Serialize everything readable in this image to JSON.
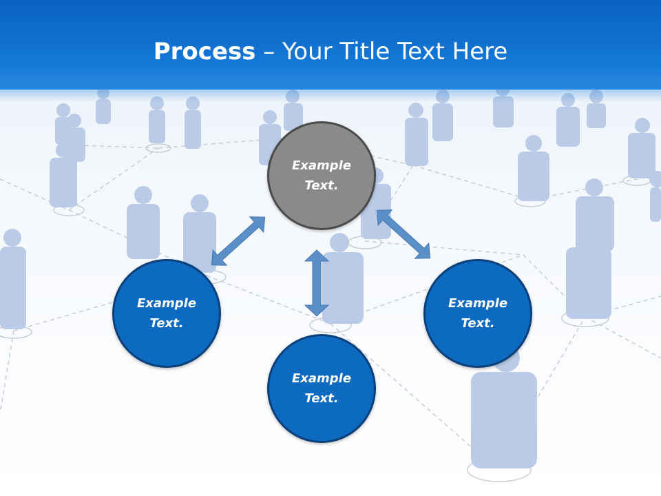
{
  "title": {
    "bold": "Process",
    "rest": " – Your Title Text Here"
  },
  "nodes": {
    "top": {
      "text": "Example\nText."
    },
    "left": {
      "text": "Example\nText."
    },
    "right": {
      "text": "Example\nText."
    },
    "bottom": {
      "text": "Example\nText."
    }
  },
  "colors": {
    "title_bar": "#0a63c0",
    "node_blue": "#0c6bc1",
    "node_gray": "#8a8a8a",
    "arrow": "#5b8fc8"
  }
}
